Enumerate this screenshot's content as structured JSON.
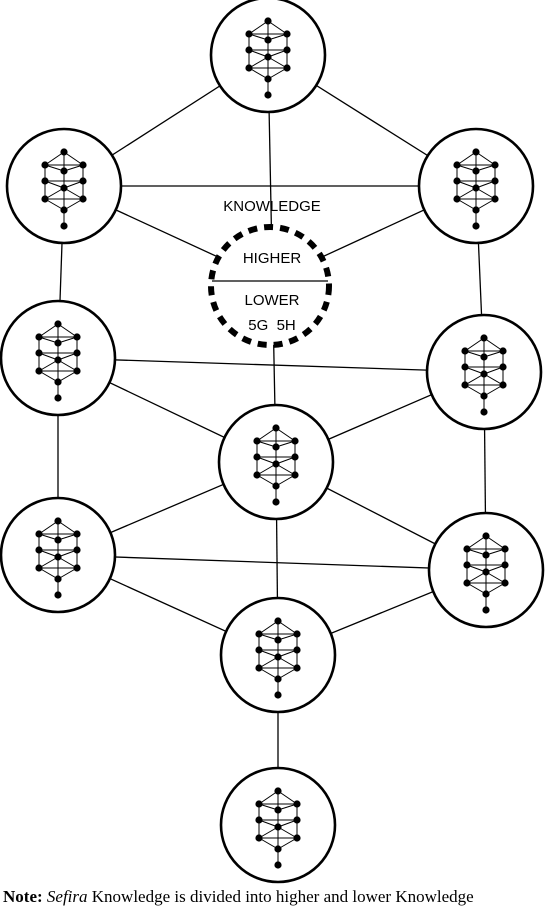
{
  "labels": {
    "knowledge": "KNOWLEDGE",
    "higher": "HIGHER",
    "lower": "LOWER",
    "codes": "5G  5H"
  },
  "note": {
    "prefix": "Note:",
    "term": "Sefira",
    "text": " Knowledge is divided into higher and lower Knowledge"
  },
  "colors": {
    "stroke": "#000000",
    "background": "#ffffff"
  }
}
